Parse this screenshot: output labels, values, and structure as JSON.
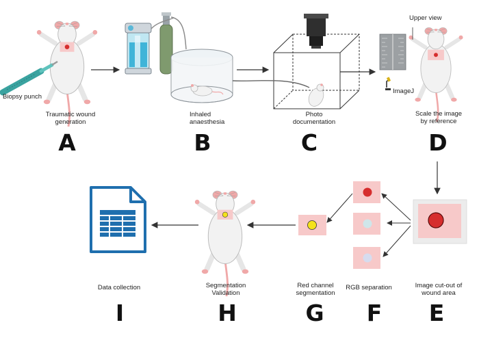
{
  "steps": [
    {
      "letter": "A",
      "caption": "Traumatic wound\ngeneration",
      "tool_label": "Biopsy punch"
    },
    {
      "letter": "B",
      "caption": "Inhaled\nanaesthesia"
    },
    {
      "letter": "C",
      "caption": "Photo\ndocumentation"
    },
    {
      "letter": "D",
      "caption": "Scale the image\nby reference",
      "view_label": "Upper view",
      "software_label": "ImageJ"
    },
    {
      "letter": "E",
      "caption": "Image cut-out of\nwound area"
    },
    {
      "letter": "F",
      "caption": "RGB separation"
    },
    {
      "letter": "G",
      "caption": "Red channel\nsegmentation"
    },
    {
      "letter": "H",
      "caption": "Segmentation\nValidation"
    },
    {
      "letter": "I",
      "caption": "Data collection"
    }
  ],
  "colors": {
    "mouse_body": "#f2f2f2",
    "mouse_outline": "#b9b9b9",
    "mouse_pink": "#f0a8a8",
    "wound_patch": "#f7c9c9",
    "wound": "#d62d2d",
    "segmented": "#f4e21c",
    "channel_fill": "#cfe6ea",
    "doc_blue": "#1f6fae",
    "arrow": "#333333"
  },
  "icons": [
    "biopsy-punch-icon",
    "anaesthesia-vaporizer-icon",
    "oxygen-cylinder-icon",
    "induction-chamber-icon",
    "camera-icon",
    "ruler-icon",
    "microscope-icon",
    "spreadsheet-document-icon"
  ]
}
